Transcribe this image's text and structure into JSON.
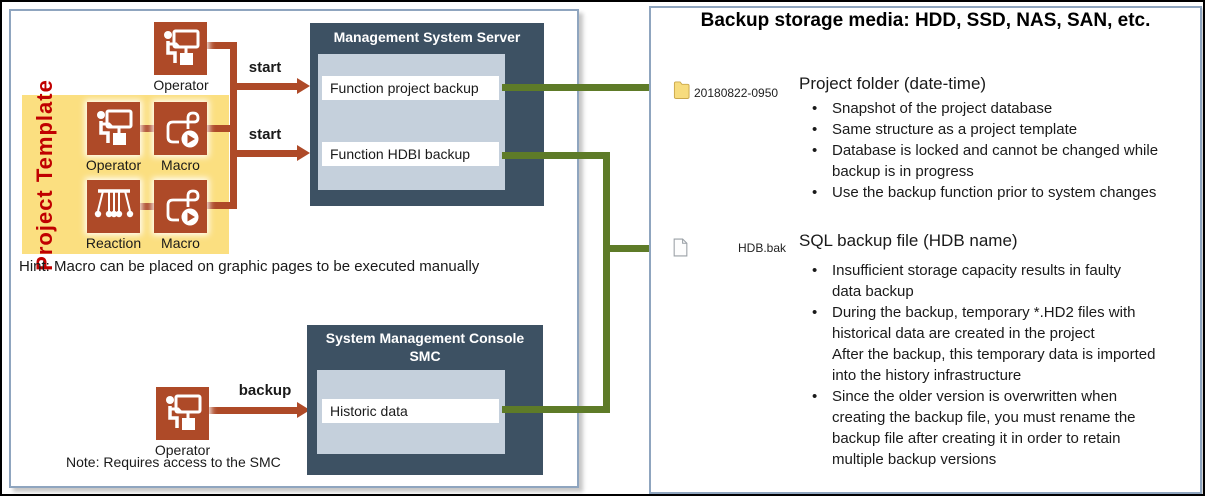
{
  "left_panel": {
    "operator_top_label": "Operator",
    "project_template": {
      "label": "Project Template",
      "operator_label": "Operator",
      "macro1_label": "Macro",
      "reaction_label": "Reaction",
      "macro2_label": "Macro"
    },
    "start_label_1": "start",
    "start_label_2": "start",
    "server_box": {
      "title": "Management System Server",
      "row1": "Function project backup",
      "row2": "Function HDBI backup"
    },
    "hint": "Hint: Macro can be placed on graphic pages to be executed manually",
    "smc_box": {
      "title_line1": "System Management Console",
      "title_line2": "SMC",
      "row1": "Historic data"
    },
    "backup_label": "backup",
    "operator_bottom_label": "Operator",
    "note": "Note: Requires access to the SMC"
  },
  "right_panel": {
    "title": "Backup storage media: HDD, SSD, NAS, SAN, etc.",
    "folder_item": {
      "icon": "folder-icon",
      "name": "20180822-0950"
    },
    "section1": {
      "heading": "Project folder (date-time)",
      "bullets": [
        "Snapshot of the project database",
        "Same structure as a project template",
        "Database is locked and cannot be changed while\nbackup is in progress",
        "Use the backup function prior to system changes"
      ]
    },
    "file_item": {
      "icon": "file-icon",
      "name": "HDB.bak"
    },
    "section2": {
      "heading": "SQL backup file (HDB name)",
      "bullets": [
        "Insufficient storage capacity results in faulty\ndata backup",
        "During the backup, temporary *.HD2 files with\nhistorical data are created in the project\nAfter the backup, this temporary data is imported\ninto the history infrastructure",
        "Since the older version is overwritten when\ncreating the backup file, you must rename the\nbackup file after creating it in order to retain\nmultiple backup versions"
      ]
    }
  },
  "colors": {
    "rust": "#AE4A28",
    "olive_green": "#5E7B28",
    "dark_slate": "#3D5163",
    "inner_light": "#C5D0DC",
    "yellow_panel": "#FBDF80",
    "red_text": "#C00000",
    "panel_border": "#8FA5BF",
    "folder_yellow": "#F7DC7E"
  }
}
